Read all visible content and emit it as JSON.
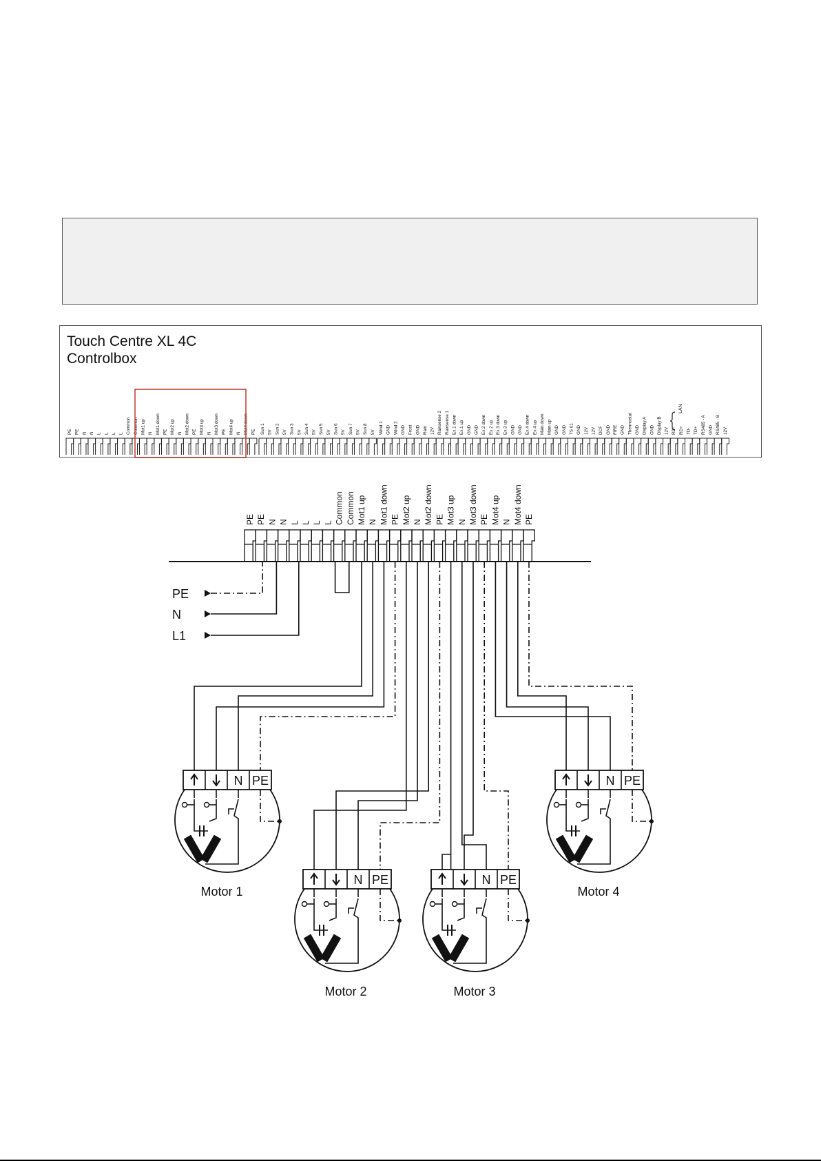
{
  "controlbox": {
    "title": "Touch Centre XL 4C",
    "subtitle": "Controlbox"
  },
  "terminal_groups": [
    [
      "PE",
      "PE",
      "N",
      "N",
      "L",
      "L",
      "L",
      "L",
      "Common",
      "Common",
      "Mot1 up",
      "N",
      "Mot1 down",
      "PE",
      "Mot2 up",
      "N",
      "Mot2 down",
      "PE",
      "Mot3 up",
      "N",
      "Mot3 down",
      "PE",
      "Mot4 up",
      "N",
      "Mot4 down",
      "PE"
    ],
    [
      "Sun 1",
      "5V",
      "Sun 2",
      "5V",
      "Sun 3",
      "5V",
      "Sun 4",
      "5V",
      "Sun 5",
      "5V",
      "Sun 6",
      "5V",
      "Sun 7",
      "5V",
      "Sun 8",
      "5V"
    ],
    [
      "Wind 1",
      "GND",
      "Wind 2",
      "GND",
      "Frost",
      "GND",
      "Rain",
      "12V",
      "Rainsense 2",
      "Rainsense 1",
      "Ex.1 down",
      "Ex.1 up",
      "GND",
      "GND",
      "Ex.2 down",
      "Ex.2 up"
    ],
    [
      "Ex.3 down",
      "Ex.3 up",
      "GND",
      "GND",
      "Ex.4 down",
      "Ex.4 up",
      "Main down",
      "Main up",
      "GND",
      "GND",
      "TS 01",
      "GND",
      "12V",
      "12V",
      "DCF",
      "GND"
    ],
    [
      "FIRE",
      "GND",
      "Thermostat",
      "GND",
      "Display A",
      "GND",
      "Display B",
      "12V",
      "RD-",
      "RD+",
      "TD-",
      "TD+",
      "RS485 - A",
      "GND",
      "RS485 - B",
      "12V"
    ]
  ],
  "lan_label": "LAN",
  "detail_terminals": [
    "PE",
    "PE",
    "N",
    "N",
    "L",
    "L",
    "L",
    "L",
    "Common",
    "Common",
    "Mot1 up",
    "N",
    "Mot1 down",
    "PE",
    "Mot2 up",
    "N",
    "Mot2 down",
    "PE",
    "Mot3 up",
    "N",
    "Mot3 down",
    "PE",
    "Mot4 up",
    "N",
    "Mot4 down",
    "PE"
  ],
  "supply": [
    {
      "label": "PE"
    },
    {
      "label": "N"
    },
    {
      "label": "L1"
    }
  ],
  "motors": [
    {
      "name": "Motor 1",
      "n_label": "N",
      "pe_label": "PE"
    },
    {
      "name": "Motor 2",
      "n_label": "N",
      "pe_label": "PE"
    },
    {
      "name": "Motor 3",
      "n_label": "N",
      "pe_label": "PE"
    },
    {
      "name": "Motor 4",
      "n_label": "N",
      "pe_label": "PE"
    }
  ],
  "colors": {
    "highlight": "#c0392b",
    "line": "#111111",
    "note_bg": "#f0f0f0"
  }
}
